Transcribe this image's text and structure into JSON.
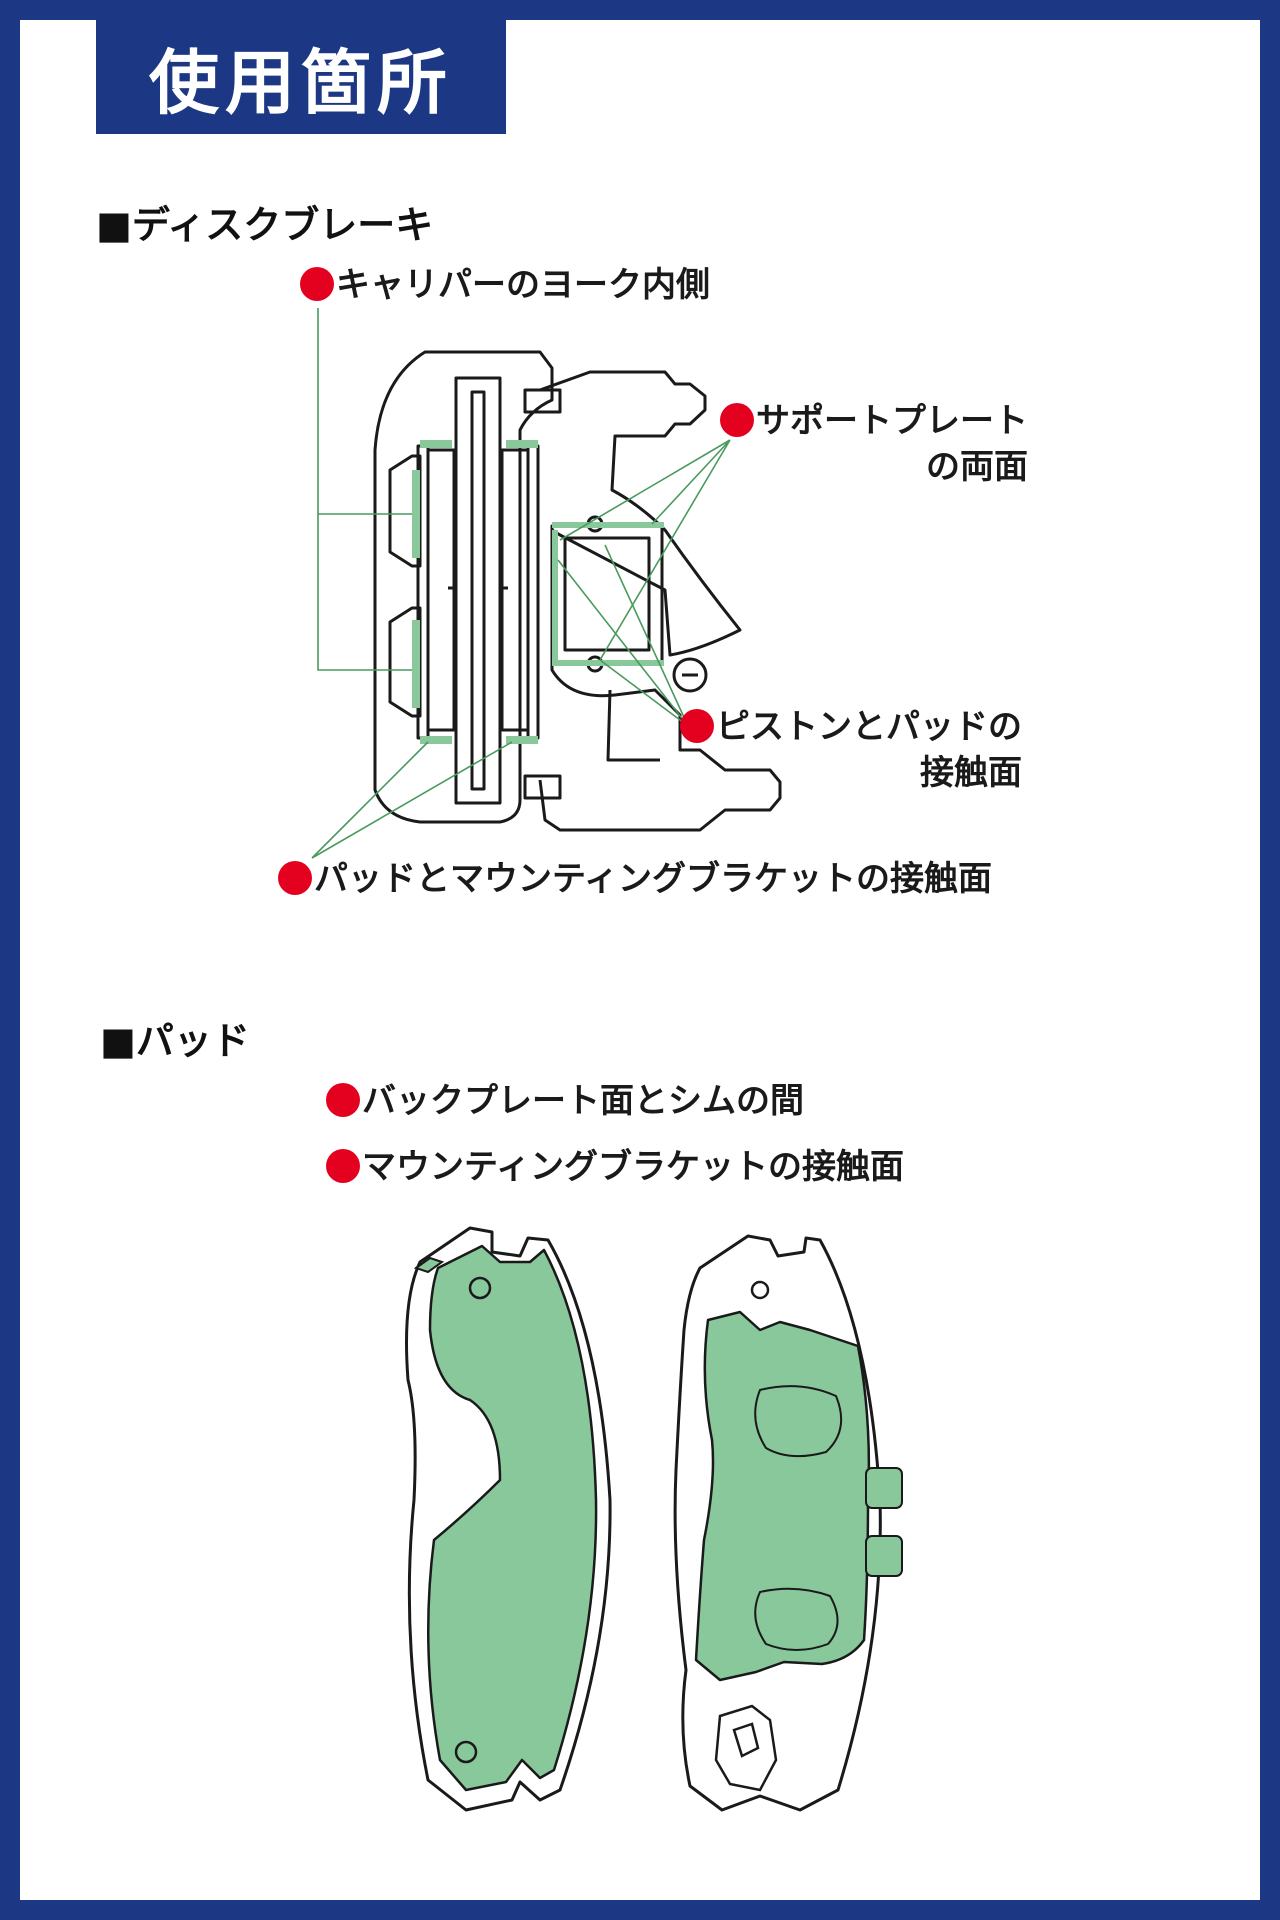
{
  "header": {
    "title": "使用箇所"
  },
  "sections": {
    "disc_brake": {
      "heading": "■ディスクブレーキ",
      "labels": {
        "caliper_yoke": "キャリパーのヨーク内側",
        "support_plate_line1": "サポートプレート",
        "support_plate_line2": "の両面",
        "piston_pad_line1": "ピストンとパッドの",
        "piston_pad_line2": "接触面",
        "pad_mounting": "パッドとマウンティングブラケットの接触面"
      }
    },
    "pad": {
      "heading": "■パッド",
      "labels": {
        "backplate_shim": "バックプレート面とシムの間",
        "mounting_contact": "マウンティングブラケットの接触面"
      }
    }
  },
  "colors": {
    "frame": "#1c3784",
    "marker": "#e4001f",
    "highlight": "#88c89a",
    "leader": "#4a9a5e"
  }
}
